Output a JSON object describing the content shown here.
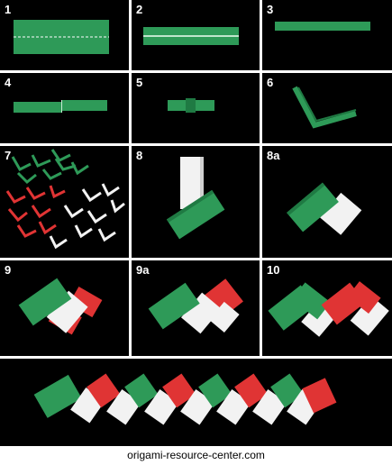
{
  "colors": {
    "green": "#2e9a58",
    "green_dark": "#1f7a43",
    "red": "#e03434",
    "red_dark": "#b82424",
    "white": "#f2f2f2",
    "white_shade": "#cfcfcf",
    "background": "#000000"
  },
  "steps": [
    {
      "label": "1"
    },
    {
      "label": "2"
    },
    {
      "label": "3"
    },
    {
      "label": "4"
    },
    {
      "label": "5"
    },
    {
      "label": "6"
    },
    {
      "label": "7"
    },
    {
      "label": "8"
    },
    {
      "label": "8a"
    },
    {
      "label": "9"
    },
    {
      "label": "9a"
    },
    {
      "label": "10"
    }
  ],
  "footer": {
    "text": "origami-resource-center.com"
  }
}
